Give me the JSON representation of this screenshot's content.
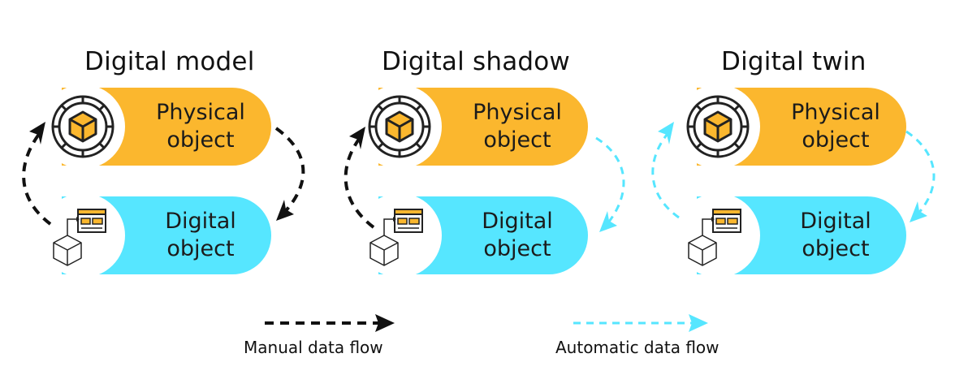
{
  "panels": [
    {
      "title": "Digital model",
      "physical_lines": [
        "Physical",
        "object"
      ],
      "digital_lines": [
        "Digital",
        "object"
      ],
      "flow_to_digital": "manual",
      "flow_to_physical": "manual"
    },
    {
      "title": "Digital shadow",
      "physical_lines": [
        "Physical",
        "object"
      ],
      "digital_lines": [
        "Digital",
        "object"
      ],
      "flow_to_digital": "automatic",
      "flow_to_physical": "manual"
    },
    {
      "title": "Digital twin",
      "physical_lines": [
        "Physical",
        "object"
      ],
      "digital_lines": [
        "Digital",
        "object"
      ],
      "flow_to_digital": "automatic",
      "flow_to_physical": "automatic"
    }
  ],
  "legend": {
    "manual": "Manual data flow",
    "automatic": "Automatic data flow"
  },
  "colors": {
    "physical_fill": "#fbb72e",
    "digital_fill": "#56e6ff",
    "manual_arrow": "#111111",
    "automatic_arrow": "#56e6ff",
    "icon_stroke": "#222222"
  },
  "icons": {
    "physical": "physical-object-cube-icon",
    "digital": "digital-object-cube-window-icon"
  }
}
